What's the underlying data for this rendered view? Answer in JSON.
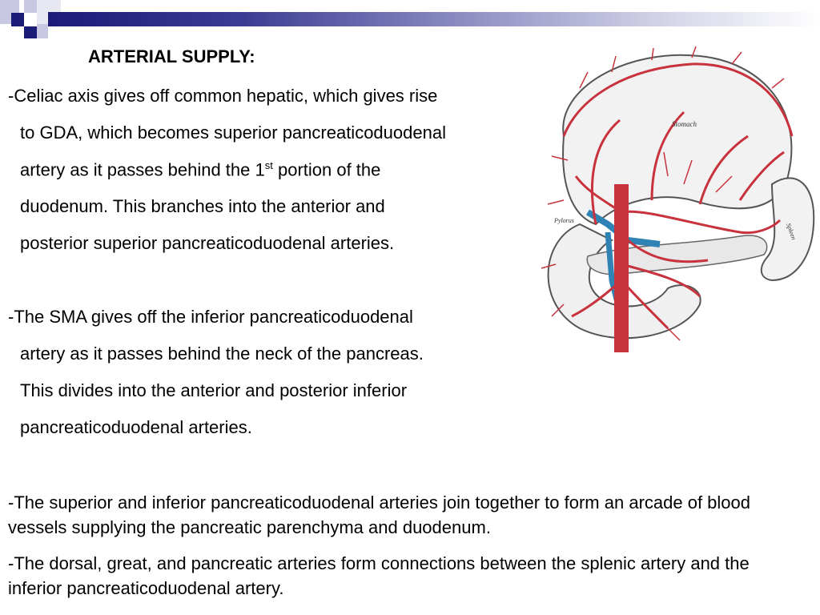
{
  "slide": {
    "title": "ARTERIAL SUPPLY:",
    "block1": {
      "l1": "-Celiac axis gives off common hepatic, which gives rise",
      "l2": "to GDA, which becomes superior pancreaticoduodenal",
      "l3a": "artery as it passes behind the 1",
      "l3sup": "st",
      "l3b": " portion of the",
      "l4": "duodenum.  This branches into the anterior and",
      "l5": "posterior superior pancreaticoduodenal arteries."
    },
    "block2": {
      "l1": "-The SMA gives off the inferior pancreaticoduodenal",
      "l2": "artery as it passes behind the neck of the pancreas.",
      "l3": "This divides into the anterior and posterior inferior",
      "l4": "pancreaticoduodenal arteries."
    },
    "para1": "-The superior and inferior pancreaticoduodenal arteries join together to form an arcade of blood vessels supplying the pancreatic parenchyma and duodenum.",
    "para2": "-The dorsal, great, and pancreatic arteries form connections between the splenic artery and the inferior pancreaticoduodenal artery.",
    "illustration": {
      "labels": {
        "stomach": "Stomach",
        "pylorus": "Pylorus",
        "spleen": "Spleen"
      },
      "colors": {
        "artery": "#c8323c",
        "vein": "#2e82b4",
        "organ": "#f2f2f2"
      }
    }
  }
}
